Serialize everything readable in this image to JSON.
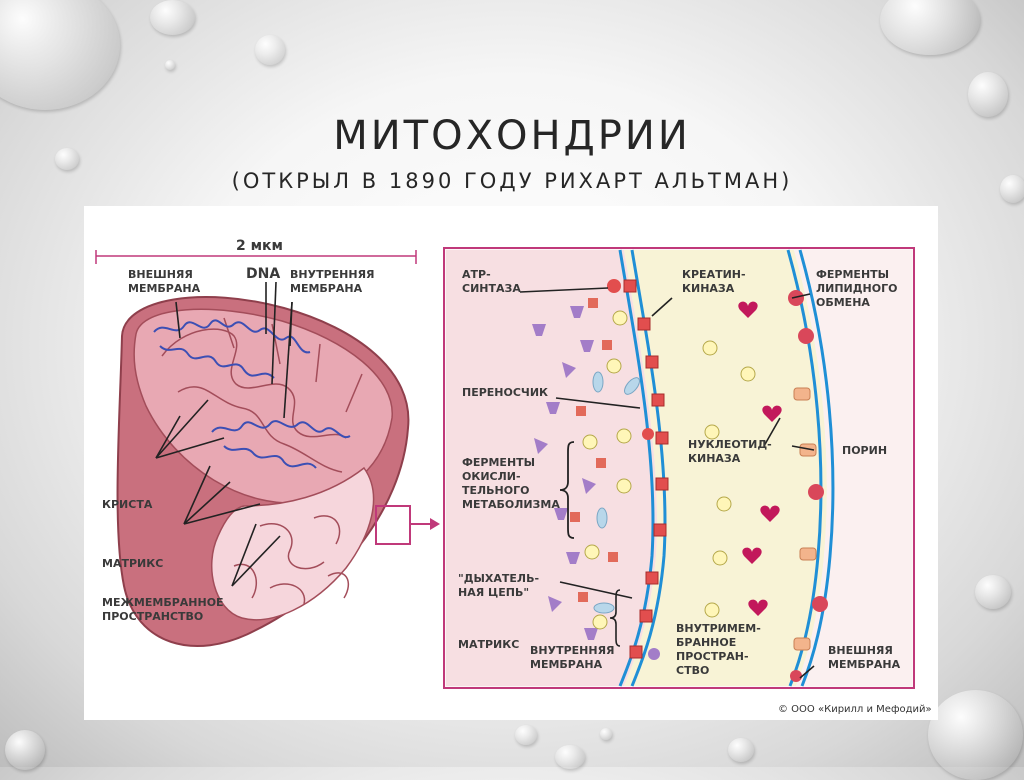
{
  "slide": {
    "title": "МИТОХОНДРИИ",
    "subtitle": "(ОТКРЫЛ В 1890 ГОДУ РИХАРТ АЛЬТМАН)"
  },
  "diagram": {
    "left": {
      "scale": "2 мкм",
      "dna": "DNA",
      "outer_membrane": [
        "ВНЕШНЯЯ",
        "МЕМБРАНА"
      ],
      "inner_membrane": [
        "ВНУТРЕННЯЯ",
        "МЕМБРАНА"
      ],
      "crista": "КРИСТА",
      "matrix": "МАТРИКС",
      "intermembrane": [
        "МЕЖМЕМБРАННОЕ",
        "ПРОСТРАНСТВО"
      ]
    },
    "right": {
      "atp_synthase": [
        "АТР-",
        "СИНТАЗА"
      ],
      "carrier": "ПЕРЕНОСЧИК",
      "oxidative_enzymes": [
        "ФЕРМЕНТЫ",
        "ОКИСЛИ-",
        "ТЕЛЬНОГО",
        "МЕТАБОЛИЗМА"
      ],
      "respiratory_chain": [
        "\"ДЫХАТЕЛЬ-",
        "НАЯ ЦЕПЬ\""
      ],
      "matrix": "МАТРИКС",
      "inner_membrane": [
        "ВНУТРЕННЯЯ",
        "МЕМБРАНА"
      ],
      "creatine_kinase": [
        "КРЕАТИН-",
        "КИНАЗА"
      ],
      "nucleotide_kinase": [
        "НУКЛЕОТИД-",
        "КИНАЗА"
      ],
      "intermembrane_space": [
        "ВНУТРИМЕМ-",
        "БРАННОЕ",
        "ПРОСТРАН-",
        "СТВО"
      ],
      "lipid_enzymes": [
        "ФЕРМЕНТЫ",
        "ЛИПИДНОГО",
        "ОБМЕНА"
      ],
      "porin": "ПОРИН",
      "outer_membrane": [
        "ВНЕШНЯЯ",
        "МЕМБРАНА"
      ]
    },
    "credit": "© ООО «Кирилл и Мефодий»"
  },
  "colors": {
    "mito_outer": "#c9707e",
    "mito_inner": "#e8a8b3",
    "crista_fill": "#f6d6dc",
    "dna": "#3c4fb4",
    "frame": "#c0397a",
    "matrix_bg": "#f7dfe2",
    "intermembrane_bg": "#f8f3d6",
    "membrane_blue": "#1f8fd6",
    "protein_red": "#e24e4e",
    "protein_purple": "#a37dc8",
    "yellow_circle": "#fff6b8",
    "magenta": "#c2185b"
  }
}
